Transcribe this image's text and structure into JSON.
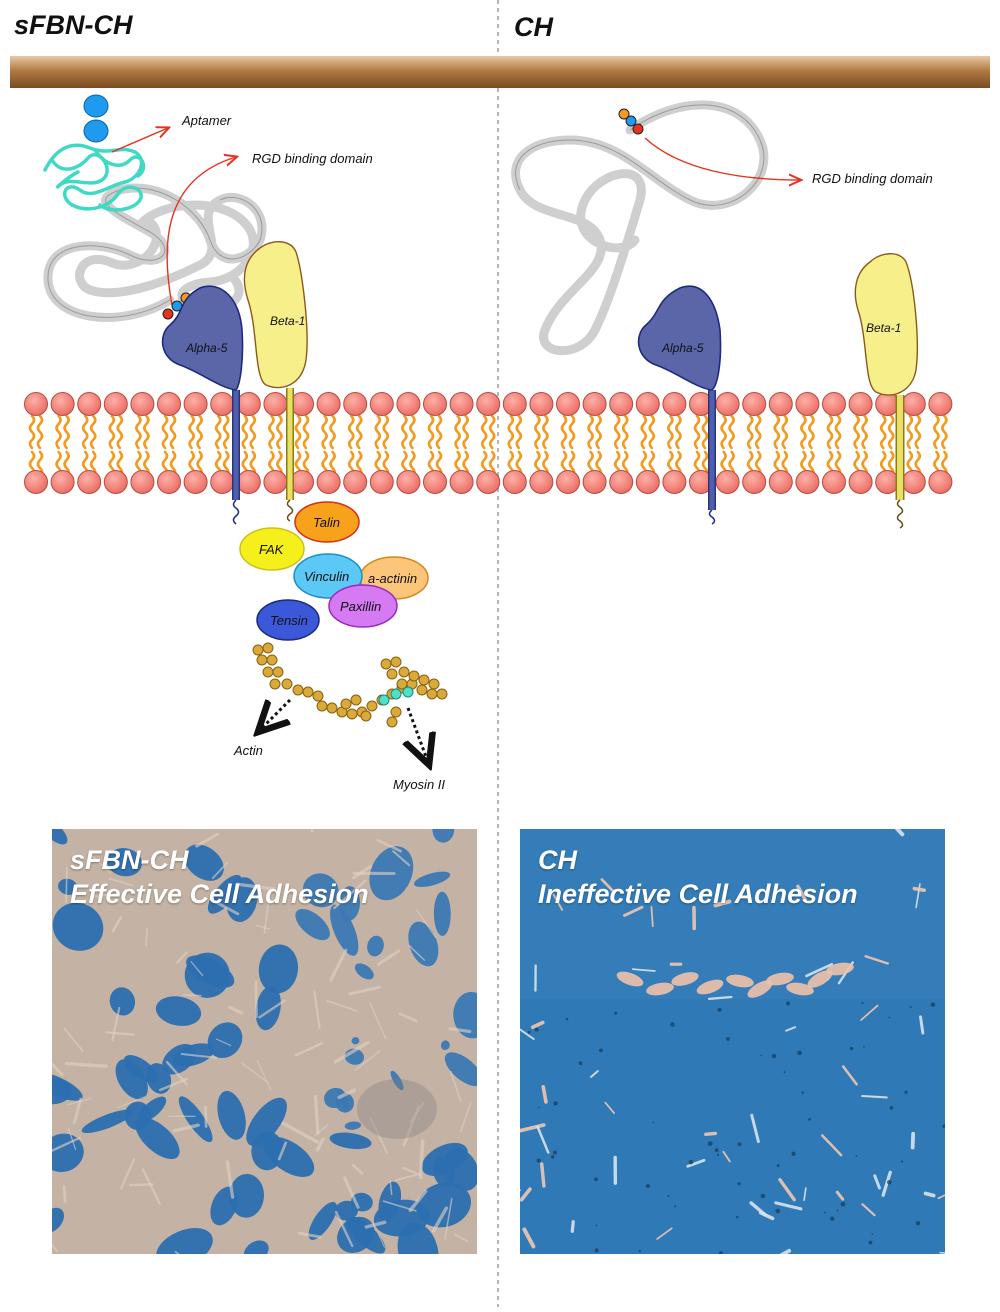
{
  "panels": {
    "left_title": "sFBN-CH",
    "right_title": "CH"
  },
  "labels": {
    "aptamer": "Aptamer",
    "rgd_left": "RGD binding domain",
    "rgd_right": "RGD binding domain",
    "alpha_left": "Alpha-5",
    "beta_left": "Beta-1",
    "alpha_right": "Alpha-5",
    "beta_right": "Beta-1",
    "talin": "Talin",
    "fak": "FAK",
    "vinculin": "Vinculin",
    "a_actinin": "a-actinin",
    "paxillin": "Paxillin",
    "tensin": "Tensin",
    "actin": "Actin",
    "myosin": "Myosin II"
  },
  "photos": {
    "left_line1": "sFBN-CH",
    "left_line2": "Effective Cell Adhesion",
    "right_line1": "CH",
    "right_line2": "Ineffective Cell Adhesion"
  },
  "colors": {
    "substrate": "#9c6a3a",
    "lipid_head": "#f07c74",
    "lipid_tail": "#f39a1f",
    "alpha": "#5a66a8",
    "beta": "#f7f08a",
    "talin": "#f7a21a",
    "fak": "#f5ef1b",
    "vinculin": "#5cc8f5",
    "a_actinin": "#fbc67a",
    "paxillin": "#d57af2",
    "tensin": "#3b58d8",
    "actin": "#d9a93a",
    "rgd_arrow": "#e6321e",
    "photo_blue": "#2e79b5"
  }
}
